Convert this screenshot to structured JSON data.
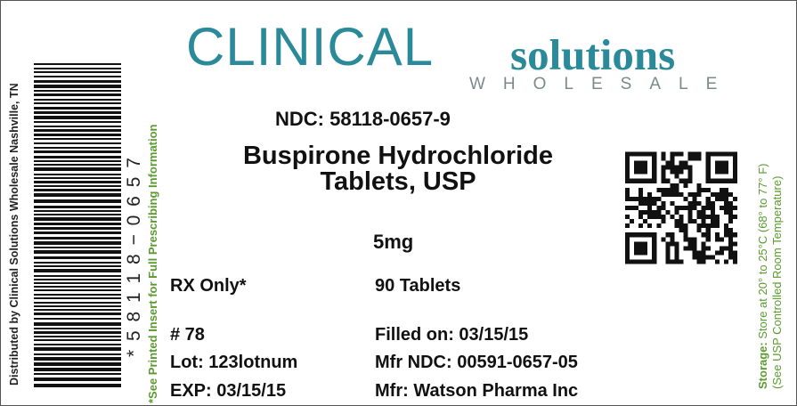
{
  "logo": {
    "clinical": "CLINICAL",
    "solutions": "solutions",
    "wholesale": "WHOLESALE"
  },
  "ndc": "NDC: 58118-0657-9",
  "drug_name": {
    "line1": "Buspirone Hydrochloride",
    "line2": "Tablets, USP"
  },
  "strength": "5mg",
  "rx_only": "RX Only*",
  "quantity": "90 Tablets",
  "number": "# 78",
  "filled_on": "Filled on: 03/15/15",
  "lot": "Lot: 123lotnum",
  "mfr_ndc": "Mfr NDC: 00591-0657-05",
  "exp": "EXP: 03/15/15",
  "mfr": "Mfr: Watson Pharma Inc",
  "distributed_by": "Distributed by Clinical Solutions Wholesale Nashville, TN",
  "barcode_text": "* 5 8 1 1 8 − 0 6 5 7",
  "prescribing_note": "*See Printed Insert for Full Prescribing Information",
  "storage": {
    "label": "Storage:",
    "line1": " Store at 20° to 25°C (68° to 77° F)",
    "line2": "(See USP Controlled Room Temperature)"
  },
  "colors": {
    "brand_teal": "#2a8a99",
    "wholesale_gray": "#7b8a8d",
    "note_green": "#5a9a2e"
  }
}
